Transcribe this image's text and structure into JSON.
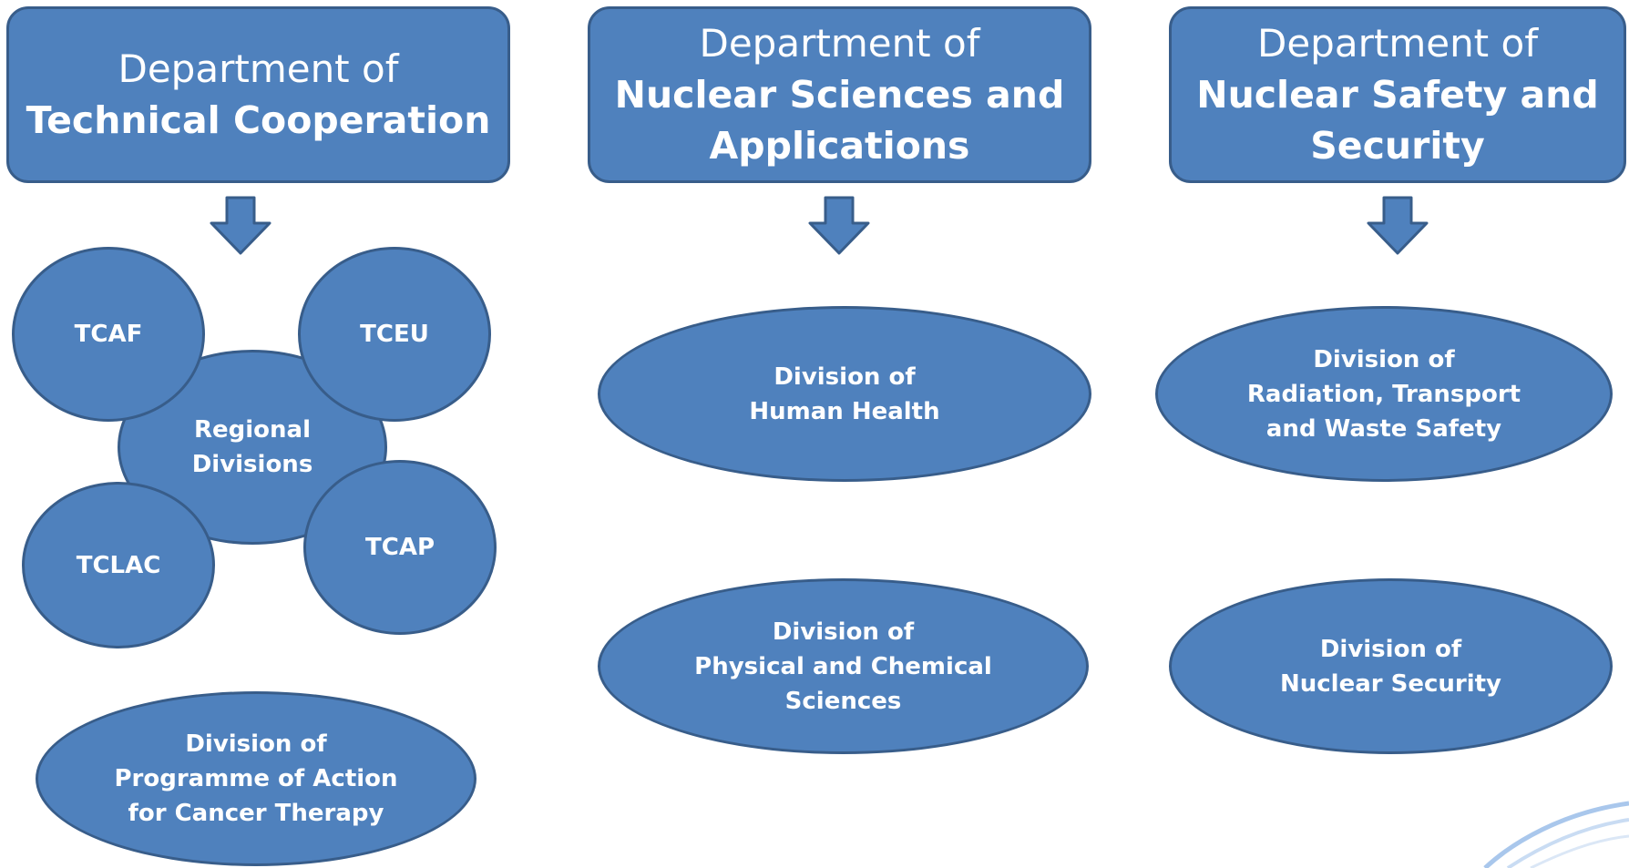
{
  "colors": {
    "fill": "#4f81bd",
    "stroke": "#385d8a",
    "text": "#ffffff"
  },
  "departments": [
    {
      "lead": "Department of",
      "name_lines": [
        "Technical Cooperation"
      ]
    },
    {
      "lead": "Department of",
      "name_lines": [
        "Nuclear Sciences and",
        "Applications"
      ]
    },
    {
      "lead": "Department of",
      "name_lines": [
        "Nuclear Safety and",
        "Security"
      ]
    }
  ],
  "regional": {
    "center": [
      "Regional",
      "Divisions"
    ],
    "tcaf": "TCAF",
    "tceu": "TCEU",
    "tclac": "TCLAC",
    "tcap": "TCAP"
  },
  "divisions": {
    "pact": [
      "Division of",
      "Programme of Action",
      "for Cancer Therapy"
    ],
    "human_health": [
      "Division of",
      "Human Health"
    ],
    "physical_chemical": [
      "Division of",
      "Physical and Chemical",
      "Sciences"
    ],
    "radiation_transport": [
      "Division of",
      "Radiation, Transport",
      "and Waste Safety"
    ],
    "nuclear_security": [
      "Division of",
      "Nuclear Security"
    ]
  }
}
